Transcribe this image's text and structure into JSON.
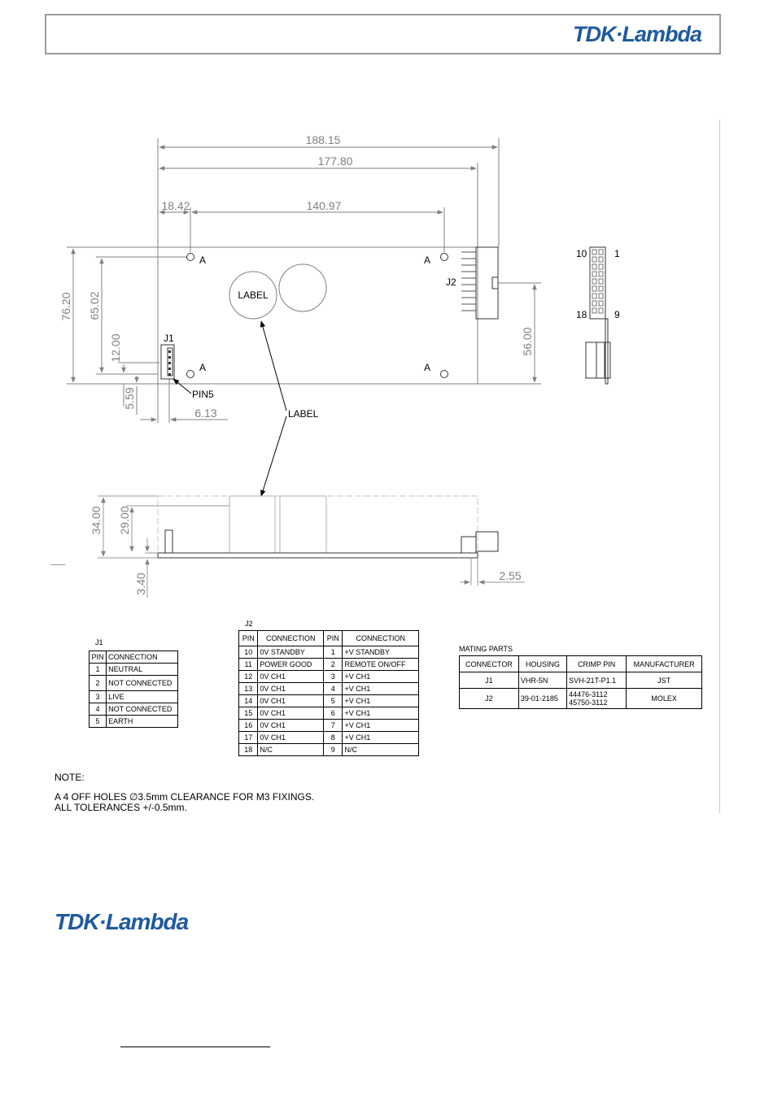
{
  "brand": {
    "logo_text": "TDK·Lambda"
  },
  "drawing": {
    "dimensions": {
      "d188": "188.15",
      "d177": "177.80",
      "d18": "18.42",
      "d140": "140.97",
      "d76": "76.20",
      "d65": "65.02",
      "d12": "12.00",
      "d5": "5.59",
      "d6": "6.13",
      "d56": "56.00",
      "d34": "34.00",
      "d29": "29.00",
      "d3": "3.40",
      "d2": "2.55"
    },
    "labels": {
      "hole_a": "A",
      "label": "LABEL",
      "j1": "J1",
      "j2": "J2",
      "pin5": "PIN5",
      "pin10": "10",
      "pin1": "1",
      "pin18": "18",
      "pin9": "9"
    }
  },
  "j1_table": {
    "title": "J1",
    "headers": [
      "PIN",
      "CONNECTION"
    ],
    "rows": [
      [
        "1",
        "NEUTRAL"
      ],
      [
        "2",
        "NOT CONNECTED"
      ],
      [
        "3",
        "LIVE"
      ],
      [
        "4",
        "NOT CONNECTED"
      ],
      [
        "5",
        "EARTH"
      ]
    ]
  },
  "j2_table": {
    "title": "J2",
    "headers": [
      "PIN",
      "CONNECTION",
      "PIN",
      "CONNECTION"
    ],
    "rows": [
      [
        "10",
        "0V STANDBY",
        "1",
        "+V STANDBY"
      ],
      [
        "11",
        "POWER GOOD",
        "2",
        "REMOTE ON/OFF"
      ],
      [
        "12",
        "0V CH1",
        "3",
        "+V CH1"
      ],
      [
        "13",
        "0V CH1",
        "4",
        "+V CH1"
      ],
      [
        "14",
        "0V CH1",
        "5",
        "+V CH1"
      ],
      [
        "15",
        "0V CH1",
        "6",
        "+V CH1"
      ],
      [
        "16",
        "0V CH1",
        "7",
        "+V CH1"
      ],
      [
        "17",
        "0V CH1",
        "8",
        "+V CH1"
      ],
      [
        "18",
        "N/C",
        "9",
        "N/C"
      ]
    ]
  },
  "mating_table": {
    "title": "MATING PARTS",
    "headers": [
      "CONNECTOR",
      "HOUSING",
      "CRIMP PIN",
      "MANUFACTURER"
    ],
    "rows": [
      [
        "J1",
        "VHR-5N",
        "SVH-21T-P1.1",
        "JST"
      ],
      [
        "J2",
        "39-01-2185",
        "44476-3112\n45750-3112",
        "MOLEX"
      ]
    ]
  },
  "notes": {
    "heading": "NOTE:",
    "line1": "A 4 OFF HOLES ∅3.5mm CLEARANCE FOR M3 FIXINGS.",
    "line2": "ALL TOLERANCES +/-0.5mm."
  }
}
